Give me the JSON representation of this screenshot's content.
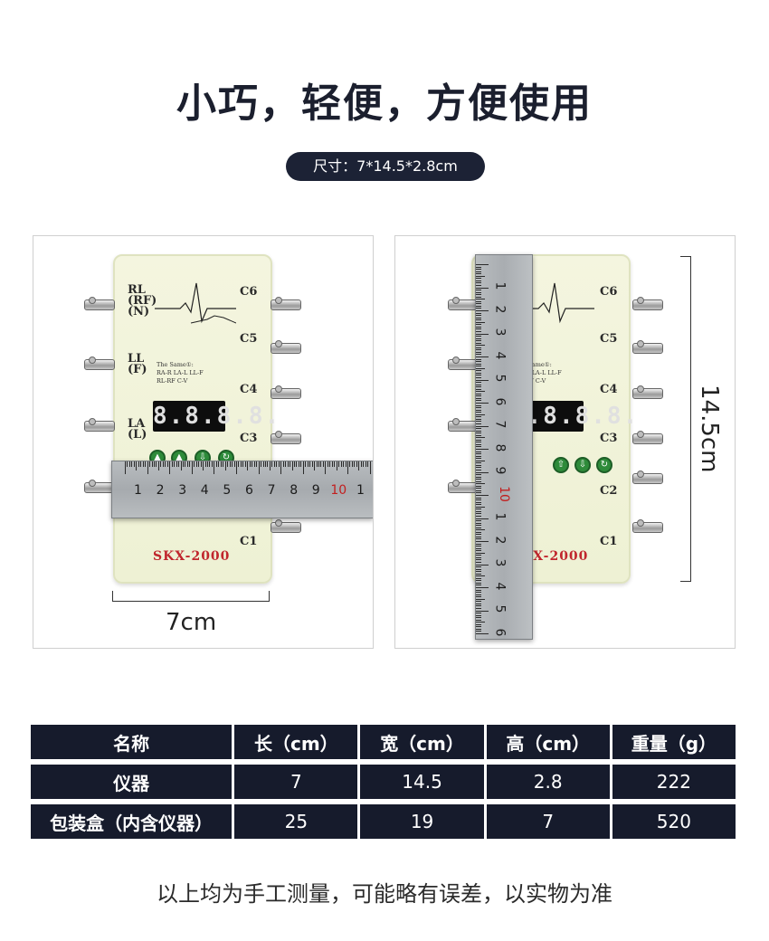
{
  "headline": "小巧，轻便，方便使用",
  "size_pill": "尺寸：7*14.5*2.8cm",
  "device": {
    "labels_left": [
      "RL\n(RF)\n(N)",
      "LL\n(F)",
      "LA\n(L)"
    ],
    "labels_right": [
      "C6",
      "C5",
      "C4",
      "C3",
      "C2",
      "C1"
    ],
    "same_note": "The Same①:\nRA-R LA-L LL-F\nRL-RF C-V",
    "display": "8.8.8.8.",
    "model": "SKX-2000"
  },
  "left_photo": {
    "ruler_numbers": [
      "1",
      "2",
      "3",
      "4",
      "5",
      "6",
      "7",
      "8",
      "9",
      "10",
      "1"
    ],
    "dimension_label": "7cm"
  },
  "right_photo": {
    "ruler_numbers": [
      "1",
      "2",
      "3",
      "4",
      "5",
      "6",
      "7",
      "8",
      "9",
      "10",
      "1",
      "2",
      "3",
      "4",
      "5",
      "6"
    ],
    "dimension_label": "14.5cm"
  },
  "spec_table": {
    "headers": [
      "名称",
      "长（cm）",
      "宽（cm）",
      "高（cm）",
      "重量（g）"
    ],
    "rows": [
      [
        "仪器",
        "7",
        "14.5",
        "2.8",
        "222"
      ],
      [
        "包装盒（内含仪器）",
        "25",
        "19",
        "7",
        "520"
      ]
    ]
  },
  "footnote": "以上均为手工测量，可能略有误差，以实物为准"
}
